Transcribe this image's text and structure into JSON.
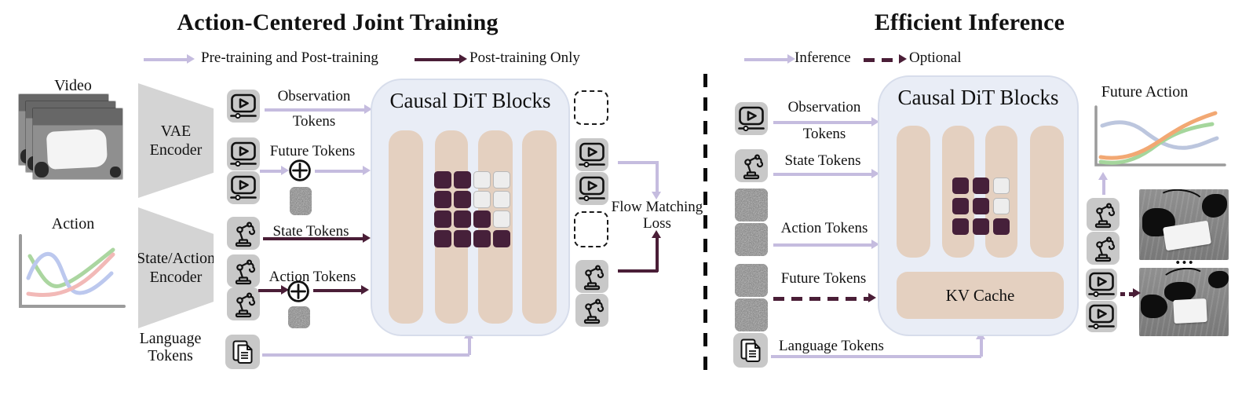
{
  "left": {
    "title": "Action-Centered Joint Training",
    "legend": {
      "pretrain": "Pre-training and Post-training",
      "posttrain": "Post-training Only"
    },
    "video_label": "Video",
    "action_label": "Action",
    "vae_encoder": {
      "line1": "VAE",
      "line2": "Encoder"
    },
    "state_action_encoder": {
      "line1": "State/Action",
      "line2": "Encoder"
    },
    "language_label": {
      "line1": "Language",
      "line2": "Tokens"
    },
    "observation_tokens": {
      "line1": "Observation",
      "line2": "Tokens"
    },
    "future_tokens": "Future Tokens",
    "state_tokens": "State Tokens",
    "action_tokens": "Action Tokens",
    "dit_title": "Causal DiT Blocks",
    "flow_matching": {
      "line1": "Flow Matching",
      "line2": "Loss"
    },
    "attention_grid": [
      [
        1,
        1,
        0,
        0
      ],
      [
        1,
        1,
        0,
        0
      ],
      [
        1,
        1,
        1,
        0
      ],
      [
        1,
        1,
        1,
        1
      ]
    ]
  },
  "right": {
    "title": "Efficient Inference",
    "legend": {
      "inference": "Inference",
      "optional": "Optional"
    },
    "observation_tokens": {
      "line1": "Observation",
      "line2": "Tokens"
    },
    "state_tokens": "State Tokens",
    "action_tokens": "Action Tokens",
    "future_tokens": "Future Tokens",
    "language_tokens": "Language Tokens",
    "dit_title": "Causal DiT Blocks",
    "kv_cache": "KV Cache",
    "future_action_label": "Future Action",
    "ellipsis": "•••",
    "attention_grid": [
      [
        1,
        1,
        0
      ],
      [
        1,
        1,
        0
      ],
      [
        1,
        1,
        1
      ]
    ]
  },
  "colors": {
    "light_purple": "#c5bcdf",
    "dark_maroon": "#4a1e37",
    "tan": "#e4d0c0",
    "dit_box_bg": "#e9edf6",
    "dit_box_border": "#d7ddeb",
    "icon_chip": "#c8c8c8",
    "grid_dark": "#46203a",
    "grid_light": "#ededed"
  },
  "icons": {
    "video": "video-player-icon",
    "robot": "robot-arm-icon",
    "document": "document-icon",
    "plus": "plus-circle-icon"
  }
}
